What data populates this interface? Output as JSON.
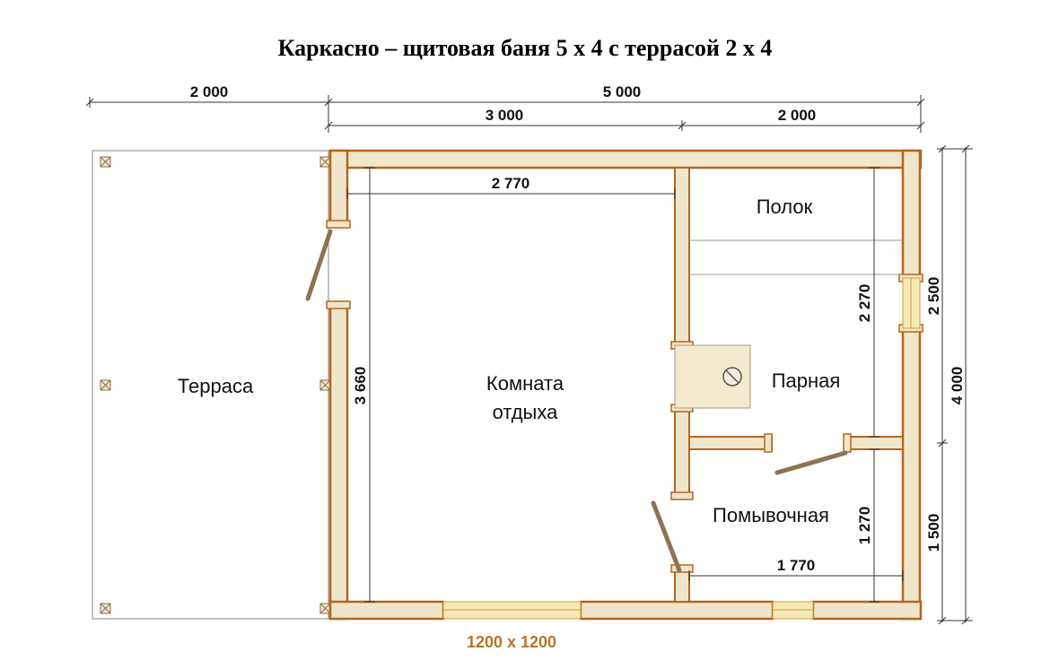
{
  "title": "Каркасно – щитовая баня 5 х 4 с террасой 2 х 4",
  "dimensions": {
    "top_terrace": "2 000",
    "top_total": "5 000",
    "top_left_room": "3 000",
    "top_right_rooms": "2 000",
    "inner_width_rest": "2 770",
    "inner_height_rest": "3 660",
    "steam_inner_height": "2 270",
    "wash_inner_height": "1 270",
    "wash_inner_width": "1 770",
    "right_steam": "2 500",
    "right_total": "4 000",
    "right_wash": "1 500"
  },
  "rooms": {
    "terrace": "Терраса",
    "rest_line1": "Комната",
    "rest_line2": "отдыха",
    "shelf": "Полок",
    "steam": "Парная",
    "wash": "Помывочная"
  },
  "window_note": "1200 х 1200",
  "colors": {
    "wall_fill": "#efe6cc",
    "wall_stroke": "#b5651d",
    "door_leaf": "#8b7355",
    "window": "#f6e8b1",
    "note": "#b8742a"
  }
}
